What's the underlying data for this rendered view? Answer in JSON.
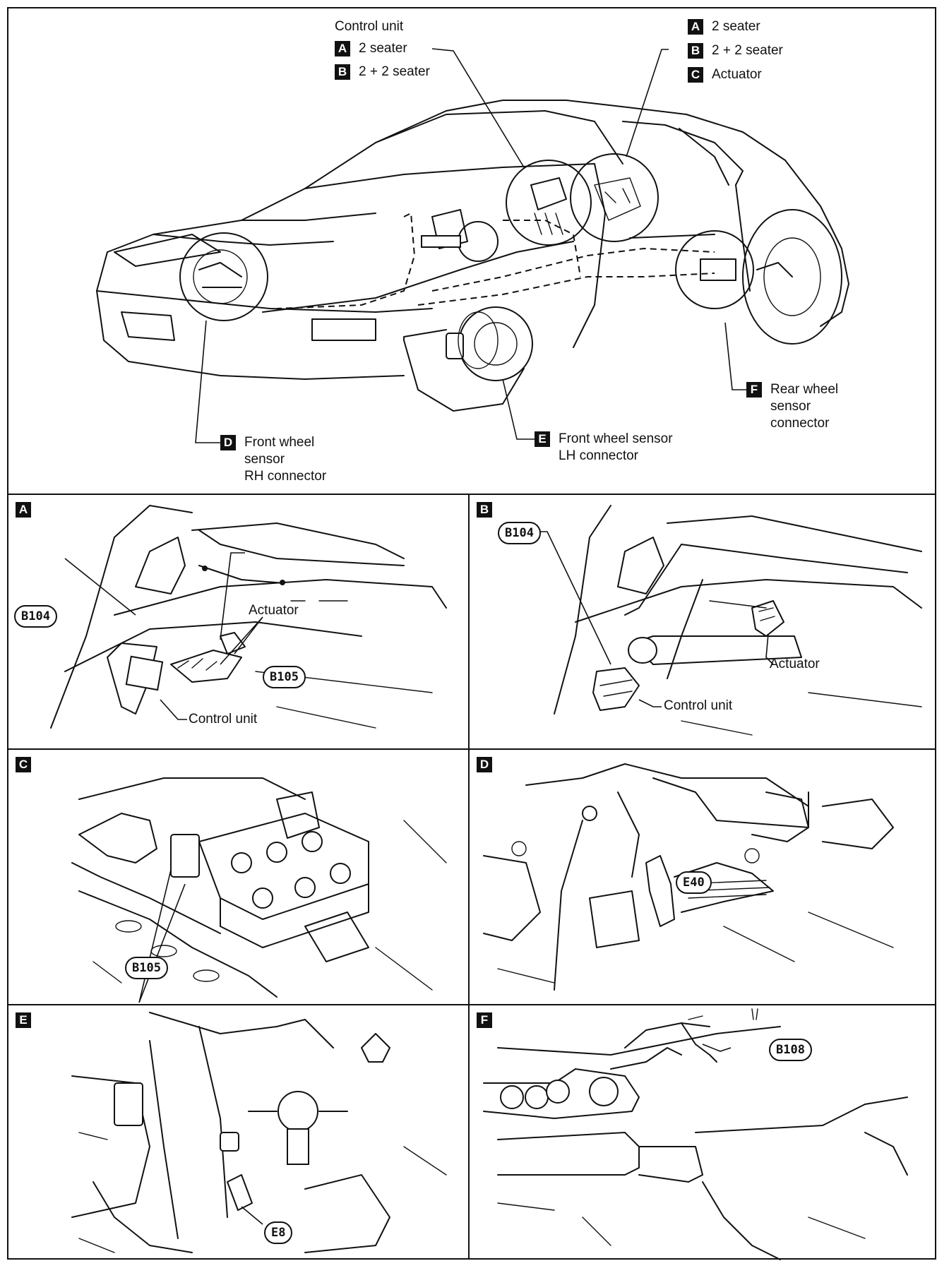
{
  "top": {
    "control_unit_title": "Control unit",
    "control_unit_items": [
      {
        "badge": "A",
        "text": "2 seater"
      },
      {
        "badge": "B",
        "text": "2 + 2 seater"
      }
    ],
    "right_legend": [
      {
        "badge": "A",
        "text": "2 seater"
      },
      {
        "badge": "B",
        "text": "2 + 2 seater"
      },
      {
        "badge": "C",
        "text": "Actuator"
      }
    ],
    "callouts": {
      "d": {
        "badge": "D",
        "lines": [
          "Front wheel",
          "sensor",
          "RH connector"
        ]
      },
      "e": {
        "badge": "E",
        "lines": [
          "Front wheel sensor",
          "LH connector"
        ]
      },
      "f": {
        "badge": "F",
        "lines": [
          "Rear wheel",
          "sensor",
          "connector"
        ]
      }
    }
  },
  "panels": {
    "a": {
      "tag": "A",
      "connectors": [
        "B104",
        "B105"
      ],
      "labels": {
        "actuator": "Actuator",
        "control_unit": "Control unit"
      }
    },
    "b": {
      "tag": "B",
      "connectors": [
        "B104"
      ],
      "labels": {
        "actuator": "Actuator",
        "control_unit": "Control unit"
      }
    },
    "c": {
      "tag": "C",
      "connectors": [
        "B105"
      ]
    },
    "d": {
      "tag": "D",
      "connectors": [
        "E40"
      ]
    },
    "e": {
      "tag": "E",
      "connectors": [
        "E8"
      ]
    },
    "f": {
      "tag": "F",
      "connectors": [
        "B108"
      ]
    }
  }
}
